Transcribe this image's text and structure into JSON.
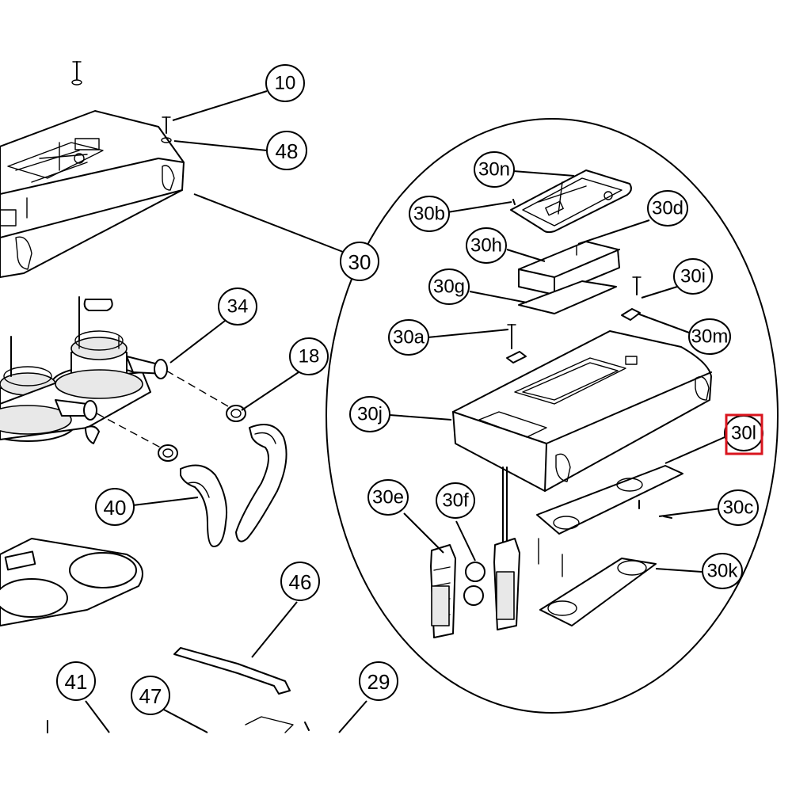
{
  "diagram": {
    "callouts": [
      {
        "id": "c10",
        "label": "10"
      },
      {
        "id": "c48",
        "label": "48"
      },
      {
        "id": "c30",
        "label": "30"
      },
      {
        "id": "c34",
        "label": "34"
      },
      {
        "id": "c18",
        "label": "18"
      },
      {
        "id": "c40",
        "label": "40"
      },
      {
        "id": "c46",
        "label": "46"
      },
      {
        "id": "c41",
        "label": "41"
      },
      {
        "id": "c47",
        "label": "47"
      },
      {
        "id": "c29",
        "label": "29"
      },
      {
        "id": "c30n",
        "label": "30n"
      },
      {
        "id": "c30b",
        "label": "30b"
      },
      {
        "id": "c30d",
        "label": "30d"
      },
      {
        "id": "c30h",
        "label": "30h"
      },
      {
        "id": "c30g",
        "label": "30g"
      },
      {
        "id": "c30i",
        "label": "30i"
      },
      {
        "id": "c30a",
        "label": "30a"
      },
      {
        "id": "c30m",
        "label": "30m"
      },
      {
        "id": "c30j",
        "label": "30j"
      },
      {
        "id": "c30l",
        "label": "30l"
      },
      {
        "id": "c30c",
        "label": "30c"
      },
      {
        "id": "c30e",
        "label": "30e"
      },
      {
        "id": "c30f",
        "label": "30f"
      },
      {
        "id": "c30k",
        "label": "30k"
      }
    ],
    "highlight": {
      "target": "30l",
      "color": "#d9141e"
    }
  }
}
